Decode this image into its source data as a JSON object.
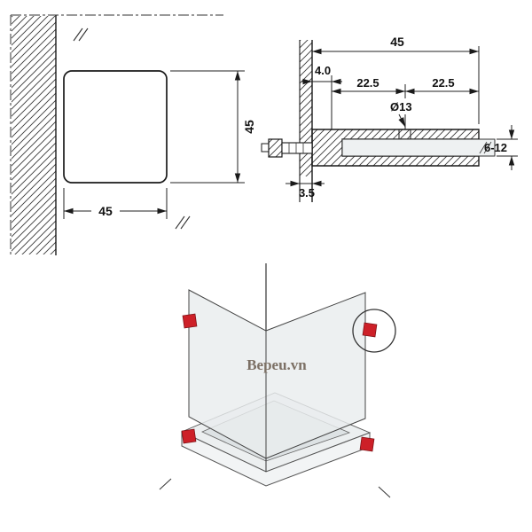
{
  "front_view": {
    "dim_width": "45",
    "dim_height": "45"
  },
  "section_view": {
    "dim_total_depth": "45",
    "dim_screw_offset": "4.0",
    "dim_hole_spacing_left": "22.5",
    "dim_hole_spacing_right": "22.5",
    "dim_hole_diameter": "Ø13",
    "dim_glass_thickness": "6-12",
    "dim_wall_gap": "3.5"
  },
  "iso_view": {
    "watermark": "Bepeu.vn"
  },
  "colors": {
    "clamp_red": "#cd2028",
    "line": "#1a1a1a",
    "glass_fill": "#e9edee",
    "watermark": "#7c7065"
  }
}
